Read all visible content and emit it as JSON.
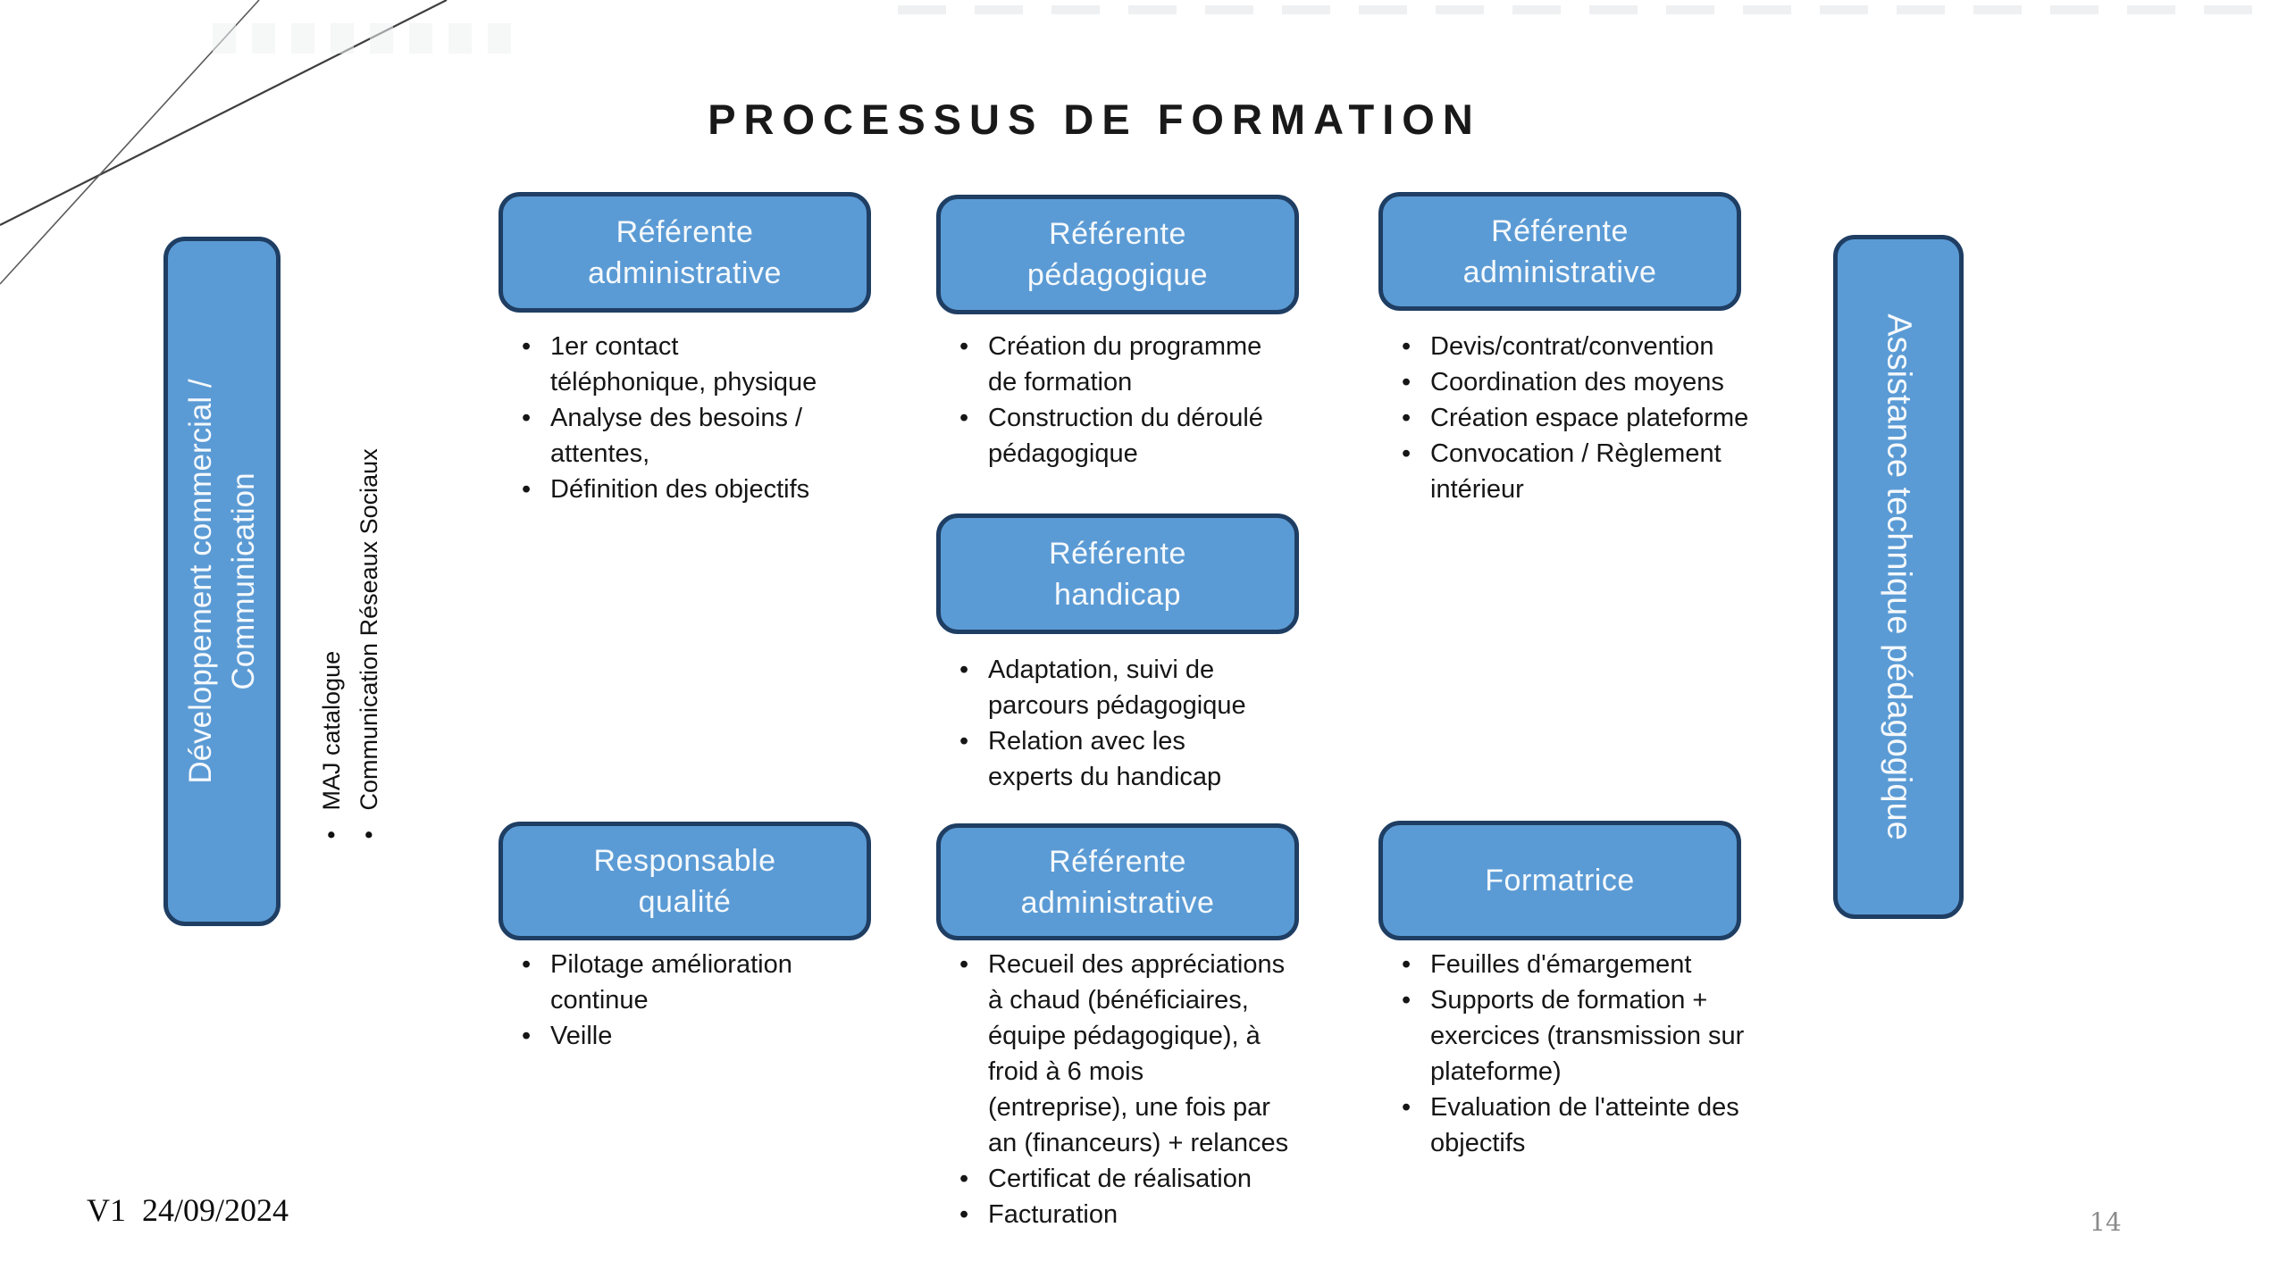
{
  "slide": {
    "title": "PROCESSUS DE FORMATION",
    "version": "V1  24/09/2024",
    "page_number": "14"
  },
  "colors": {
    "box_fill": "#5B9BD5",
    "box_border": "#1F3E63",
    "box_text": "#FFFFFF",
    "body_text": "#1A1A1A",
    "page_number_gray": "#8A8A8A"
  },
  "left_rail": {
    "title_lines": [
      "Développement commercial /",
      "Communication"
    ],
    "side_bullets": [
      "MAJ catalogue",
      "Communication Réseaux Sociaux"
    ]
  },
  "right_rail": {
    "title": "Assistance technique pédagogique"
  },
  "top_row": [
    {
      "title_lines": [
        "Référente",
        "administrative"
      ],
      "bullets": [
        "1er contact\ntéléphonique, physique",
        "Analyse des besoins /\nattentes,",
        "Définition des objectifs"
      ]
    },
    {
      "title_lines": [
        "Référente",
        "pédagogique"
      ],
      "bullets": [
        "Création du programme\nde formation",
        "Construction du déroulé\npédagogique"
      ]
    },
    {
      "title_lines": [
        "Référente",
        "administrative"
      ],
      "bullets": [
        "Devis/contrat/convention",
        "Coordination des moyens",
        "Création espace plateforme",
        "Convocation / Règlement\nintérieur"
      ]
    }
  ],
  "middle_row": {
    "title_lines": [
      "Référente",
      "handicap"
    ],
    "bullets": [
      "Adaptation, suivi de\nparcours pédagogique",
      "Relation avec les\nexperts du handicap"
    ]
  },
  "bottom_row": [
    {
      "title_lines": [
        "Responsable",
        "qualité"
      ],
      "bullets": [
        "Pilotage amélioration\ncontinue",
        "Veille"
      ]
    },
    {
      "title_lines": [
        "Référente",
        "administrative"
      ],
      "bullets": [
        "Recueil des appréciations\nà chaud (bénéficiaires,\néquipe pédagogique), à\nfroid à 6 mois\n(entreprise), une fois par\nan (financeurs) + relances",
        "Certificat de réalisation",
        "Facturation"
      ]
    },
    {
      "title_lines": [
        "Formatrice"
      ],
      "bullets": [
        "Feuilles d'émargement",
        "Supports de formation +\nexercices (transmission sur\nplateforme)",
        "Evaluation de l'atteinte des\nobjectifs"
      ]
    }
  ]
}
